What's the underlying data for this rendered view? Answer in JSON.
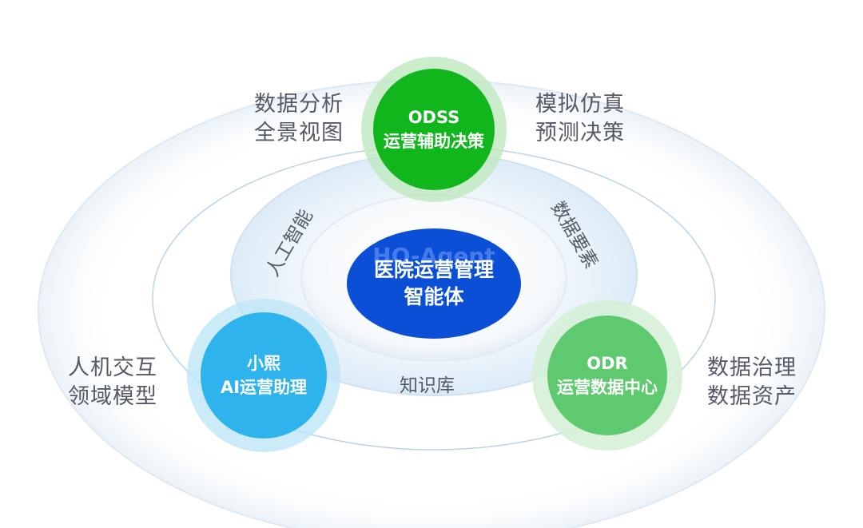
{
  "left_top_label": [
    "数据分析",
    "全景视图"
  ],
  "right_top_label": [
    "模拟仿真",
    "预测决策"
  ],
  "left_bottom_label": [
    "人机交互",
    "领域模型"
  ],
  "right_bottom_label": [
    "数据治理",
    "数据资产"
  ],
  "top_node": {
    "line1": "ODSS",
    "line2": "运营辅助决策",
    "color": "#11b51c"
  },
  "left_node": {
    "line1": "小熙",
    "line2": "AI运营助理",
    "color": "#2fb3ec"
  },
  "right_node": {
    "line1": "ODR",
    "line2": "运营数据中心",
    "color": "#5ec96e"
  },
  "center": {
    "watermark": "HQ-Agent",
    "line1": "医院运营管理",
    "line2": "智能体",
    "color": "#0a4fd6"
  },
  "ring_labels": {
    "left": "人工智能",
    "right": "数据要素",
    "bottom": "知识库"
  }
}
